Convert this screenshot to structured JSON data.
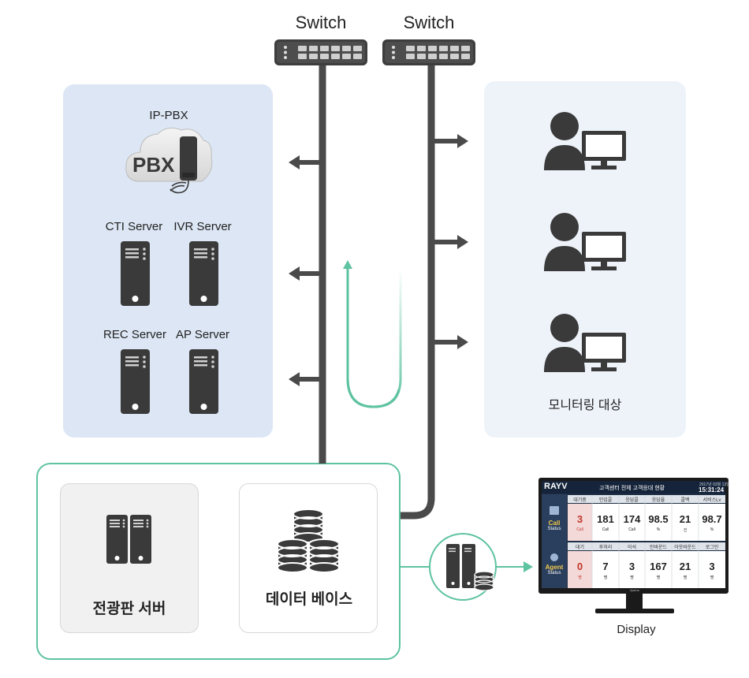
{
  "switches": [
    {
      "label": "Switch"
    },
    {
      "label": "Switch"
    }
  ],
  "servers": {
    "pbx_title": "IP-PBX",
    "pbx_badge": "PBX",
    "items": [
      {
        "label": "CTI Server"
      },
      {
        "label": "IVR Server"
      },
      {
        "label": "REC Server"
      },
      {
        "label": "AP Server"
      }
    ]
  },
  "monitoring": {
    "label": "모니터링 대상"
  },
  "bottom": {
    "display_server_label": "전광판 서버",
    "database_label": "데이터 베이스"
  },
  "display": {
    "label": "Display",
    "brand": "RAYV",
    "screen_title": "고객센터 전체 고객응대 현황",
    "date": "2017년 03월 13일",
    "time": "15:31:24",
    "call_group": {
      "line1": "Call",
      "line2": "Status"
    },
    "agent_group": {
      "line1": "Agent",
      "line2": "Status"
    },
    "call_headers": [
      "대기중",
      "인입콜",
      "응답콜",
      "응답율",
      "콜백",
      "서비스Lv"
    ],
    "call_values": [
      "3",
      "181",
      "174",
      "98.5",
      "21",
      "98.7"
    ],
    "call_units": [
      "Call",
      "Call",
      "Call",
      "%",
      "건",
      "%"
    ],
    "agent_headers": [
      "대기",
      "후처리",
      "이석",
      "인바운드",
      "아웃바운드",
      "로그인"
    ],
    "agent_values": [
      "0",
      "7",
      "3",
      "167",
      "21",
      "3"
    ],
    "agent_units": [
      "명",
      "명",
      "명",
      "명",
      "명",
      "명"
    ],
    "monitor_brand": "iiyama"
  },
  "colors": {
    "line": "#4a4a4a",
    "accent": "#5ec3a0",
    "panel_blue": "#dce6f4",
    "panel_light": "#eef3fa",
    "icon_dark": "#3a3a3a",
    "alert": "#c0392b"
  }
}
